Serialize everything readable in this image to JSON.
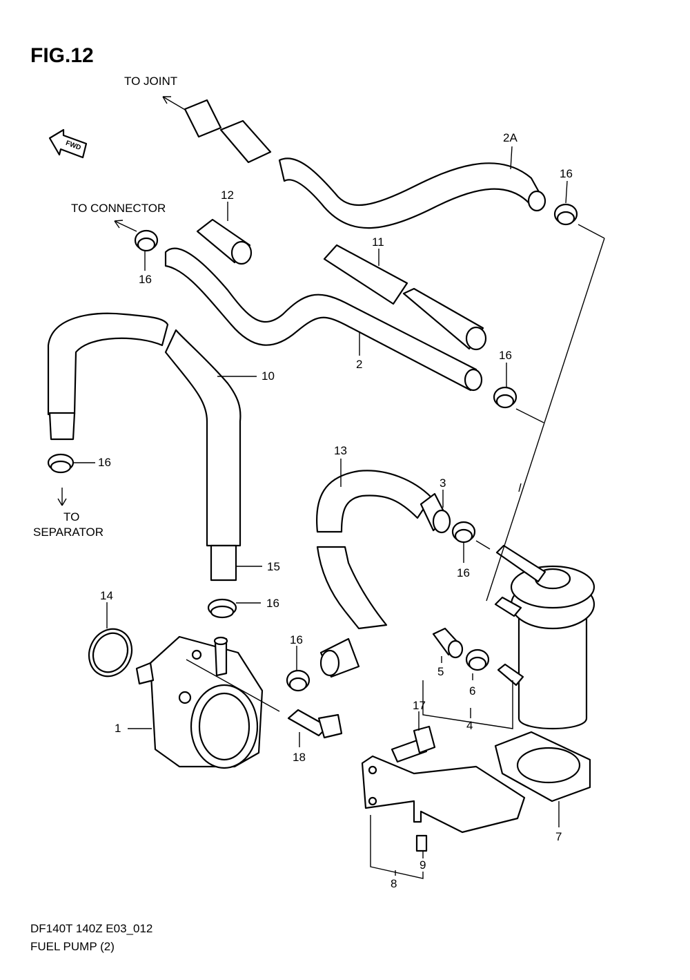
{
  "figure": {
    "title": "FIG.12"
  },
  "directions": {
    "to_joint": "TO JOINT",
    "to_connector": "TO CONNECTOR",
    "to_separator_1": "TO",
    "to_separator_2": "SEPARATOR",
    "fwd": "FWD"
  },
  "callouts": [
    "1",
    "2",
    "2A",
    "3",
    "4",
    "5",
    "6",
    "7",
    "8",
    "9",
    "10",
    "11",
    "12",
    "13",
    "14",
    "15",
    "16",
    "17",
    "18"
  ],
  "footer": {
    "model": "DF140T 140Z E03_012",
    "name": "FUEL PUMP (2)"
  }
}
